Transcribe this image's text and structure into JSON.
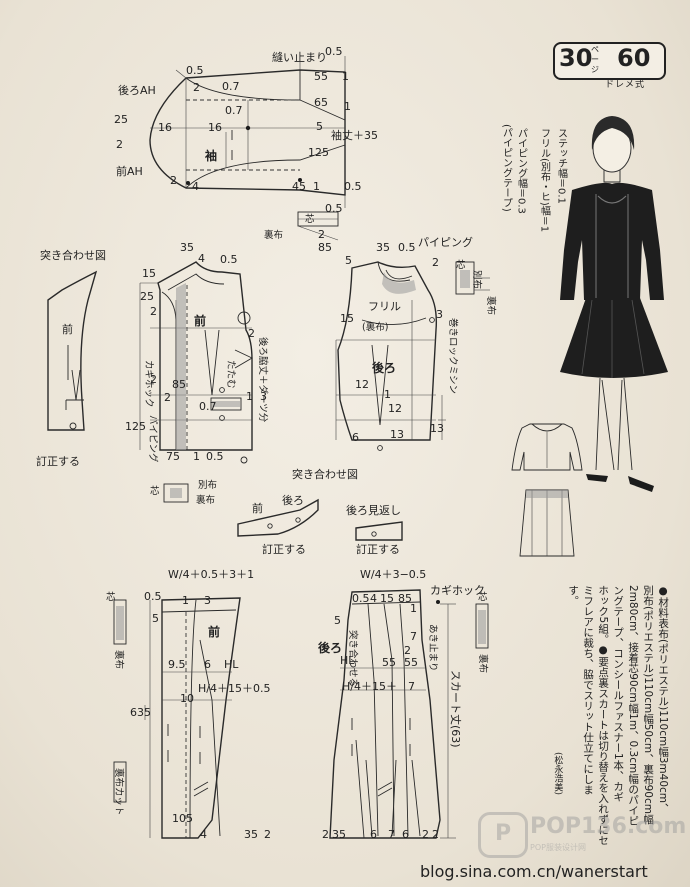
{
  "header": {
    "page_number": "30",
    "page_unit": "ページ",
    "code": "60",
    "style": "ドレメ式"
  },
  "notes": {
    "stitch": "ステッチ幅＝0.1",
    "frill": "フリル(別布・ヒ)幅＝1",
    "piping": "パイピング幅＝0.3",
    "piping_tape": "(パイピングテープ)"
  },
  "sleeve": {
    "title": "袖",
    "back_ah": "後ろAH",
    "front_ah": "前AH",
    "ease_stop": "縫い止まり",
    "length": "袖丈＋35",
    "nums": [
      "0.5",
      "55",
      "1",
      "0.7",
      "65",
      "2",
      "16",
      "16",
      "0.7",
      "5",
      "125",
      "2",
      "4",
      "45",
      "1",
      "0.5",
      "0.5",
      "2",
      "25",
      "2",
      "2",
      "1"
    ],
    "lining": "裏布",
    "core": "芯",
    "val_85": "85"
  },
  "join_fig": {
    "title": "突き合わせ図",
    "front": "前",
    "correct": "訂正する"
  },
  "front_bodice": {
    "front": "前",
    "hook": "カギホック",
    "fold": "たたむ",
    "side": "後ろ脇丈＋ダーツ分",
    "piping": "パイピング",
    "nums": [
      "35",
      "4",
      "0.5",
      "15",
      "25",
      "2",
      "2",
      "85",
      "2",
      "1",
      "0.7",
      "2",
      "125",
      "75",
      "1",
      "0.5",
      "1",
      "2",
      "2",
      "3",
      "1"
    ]
  },
  "back_bodice": {
    "back": "後ろ",
    "lining": "(裏布)",
    "piping": "パイピング",
    "frill": "フリル",
    "core": "芯",
    "other": "別布",
    "lining2": "裏布",
    "lock": "巻きロックミシン",
    "nums": [
      "35",
      "0.5",
      "2",
      "5",
      "3",
      "15",
      "12",
      "1",
      "12",
      "13",
      "6",
      "3",
      "1",
      "13"
    ]
  },
  "collar_fig": {
    "title": "突き合わせ図",
    "front": "前",
    "back": "後ろ",
    "back_facing": "後ろ見返し",
    "correct": "訂正する",
    "other": "別布",
    "lining": "裏布",
    "core": "芯"
  },
  "skirt_front": {
    "formula": "W/4＋0.5＋3＋1",
    "front": "前",
    "hl": "HL",
    "hip": "H/4＋15＋0.5",
    "nums": [
      "0.5",
      "1",
      "3",
      "5",
      "9.5",
      "6",
      "10",
      "635",
      "105",
      "4",
      "35",
      "2"
    ],
    "core": "芯",
    "lining": "裏布",
    "lining_cut": "裏布カット"
  },
  "skirt_back": {
    "formula": "W/4＋3−0.5",
    "hook": "カギホック",
    "back": "後ろ",
    "align": "突き合わせる",
    "hl": "HL",
    "hip": "H/4＋15＋",
    "length": "スカート丈(63)",
    "open": "あき止まり",
    "nums": [
      "0.5",
      "4",
      "15",
      "85",
      "1",
      "7",
      "2",
      "7",
      "55",
      "55",
      "5",
      "2",
      "35",
      "6",
      "7",
      "6",
      "2",
      "2"
    ],
    "core": "芯",
    "lining": "裏布"
  },
  "materials": {
    "heading": "●材料",
    "line1": "表布(ポリエステル)110cm幅3m40cm、",
    "line2": "別布(ポリエステル)110cm幅50cm、裏布90cm幅",
    "line3": "2m80cm、接着芯90cm幅1m、0.3cm幅のパイピ",
    "line4": "ングテープ、コンシールファスナー1本、カギ",
    "line5": "ホック5組。",
    "point_heading": "●要点",
    "point1": "裏スカートは切り替えを入れずにセ",
    "point2": "ミフレアに裁ち、脇でスリット仕立てにしま",
    "point3": "す。",
    "credit": "(松永浩美)"
  },
  "watermark": {
    "brand": "POP136.com",
    "sub": "POP服装设计网",
    "blog": "blog.sina.com.cn/wanerstart"
  }
}
